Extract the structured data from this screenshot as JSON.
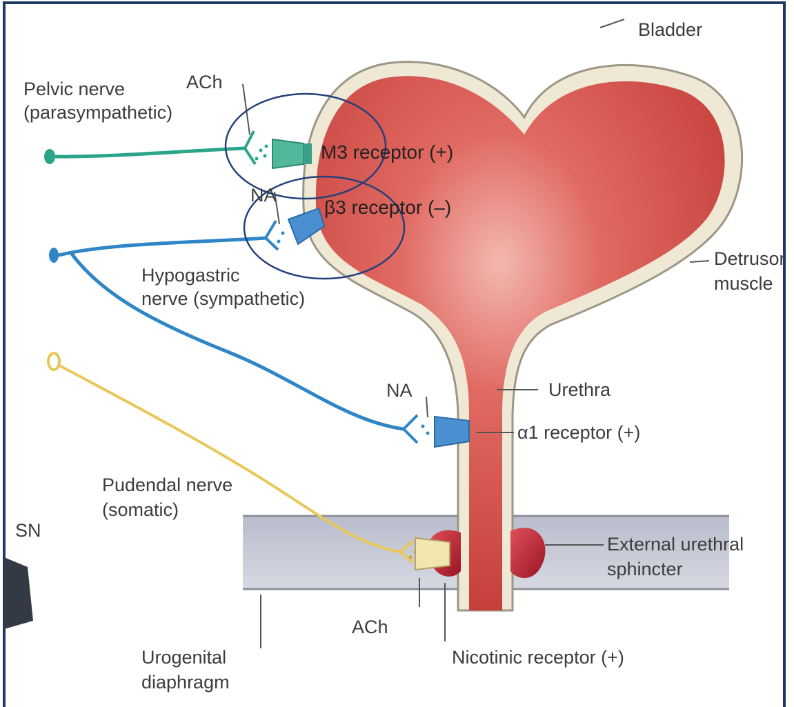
{
  "labels": {
    "bladder": "Bladder",
    "pelvic_nerve_1": "Pelvic nerve",
    "pelvic_nerve_2": "(parasympathetic)",
    "ach_top": "ACh",
    "m3_receptor": "M3 receptor (+)",
    "na_top": "NA",
    "b3_receptor": "β3 receptor (–)",
    "detrusor_1": "Detrusor",
    "detrusor_2": "muscle",
    "hypogastric_1": "Hypogastric",
    "hypogastric_2": "nerve (sympathetic)",
    "urethra": "Urethra",
    "na_mid": "NA",
    "a1_receptor": "α1 receptor (+)",
    "pudendal_1": "Pudendal nerve",
    "pudendal_2": "(somatic)",
    "sn": "SN",
    "external_sphincter_1": "External urethral",
    "external_sphincter_2": "sphincter",
    "ach_bottom": "ACh",
    "urogenital_1": "Urogenital",
    "urogenital_2": "diaphragm",
    "nicotinic_receptor": "Nicotinic receptor (+)"
  },
  "colors": {
    "frame": "#1f3864",
    "bladder_fill": "#d9534f",
    "bladder_wall": "#f2ecdc",
    "parasympathetic": "#2aa58a",
    "sympathetic": "#2f86c6",
    "somatic": "#e8c85a",
    "sphincter": "#b8202e",
    "diaphragm": "#c8ccd8",
    "highlight_ellipse": "#243f7a"
  }
}
